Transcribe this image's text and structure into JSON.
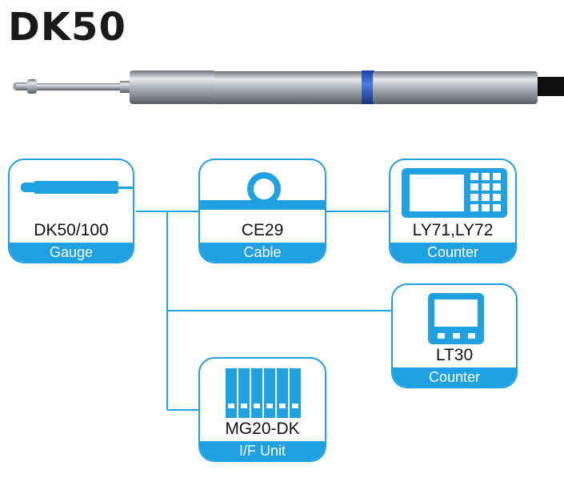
{
  "title": "DK50",
  "colors": {
    "accent": "#1fa0e0",
    "title": "#1a1a1a"
  },
  "components": {
    "gauge": {
      "model": "DK50/100",
      "type": "Gauge",
      "icon": "gauge-probe-icon"
    },
    "cable": {
      "model": "CE29",
      "type": "Cable",
      "icon": "cable-coil-icon"
    },
    "ly71": {
      "model": "LY71,LY72",
      "type": "Counter",
      "icon": "counter-display-icon"
    },
    "lt30": {
      "model": "LT30",
      "type": "Counter",
      "icon": "counter-display-icon"
    },
    "mg20": {
      "model": "MG20-DK",
      "type": "I/F Unit",
      "icon": "interface-unit-icon"
    }
  }
}
